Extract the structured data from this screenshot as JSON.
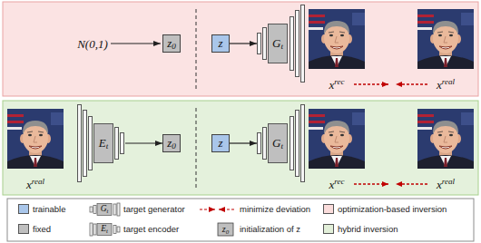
{
  "diagram": {
    "nodes": [
      {
        "text": [
          "z0"
        ]
      },
      {
        "text": [
          "z"
        ]
      },
      {
        "text": [
          "Gt"
        ]
      },
      {
        "text": [
          "Et"
        ]
      },
      {
        "text": [
          "z0"
        ]
      },
      {
        "text": [
          "z"
        ]
      },
      {
        "text": [
          "Gt"
        ]
      }
    ],
    "edges": [
      {
        "from": 1,
        "to": 2,
        "arrow": "to"
      },
      {
        "from": 3,
        "to": 4,
        "arrow": "to"
      },
      {
        "from": 5,
        "to": 6,
        "arrow": "to"
      }
    ],
    "labels": [
      "N(0,1)",
      "xrec",
      "xreal",
      "xreal",
      "xrec",
      "xreal",
      "Gt",
      "Et",
      "z0"
    ],
    "legend": [
      {
        "text": "trainable",
        "color": "#a9c6ea"
      },
      {
        "text": "target generator"
      },
      {
        "text": "minimize deviation"
      },
      {
        "text": "optimization-based inversion",
        "color": "#fadcdb"
      },
      {
        "text": "fixed",
        "color": "#bfbfbf"
      },
      {
        "text": "target encoder"
      },
      {
        "text": "initialization of z"
      },
      {
        "text": "hybrid inversion",
        "color": "#e2efd9"
      }
    ]
  }
}
